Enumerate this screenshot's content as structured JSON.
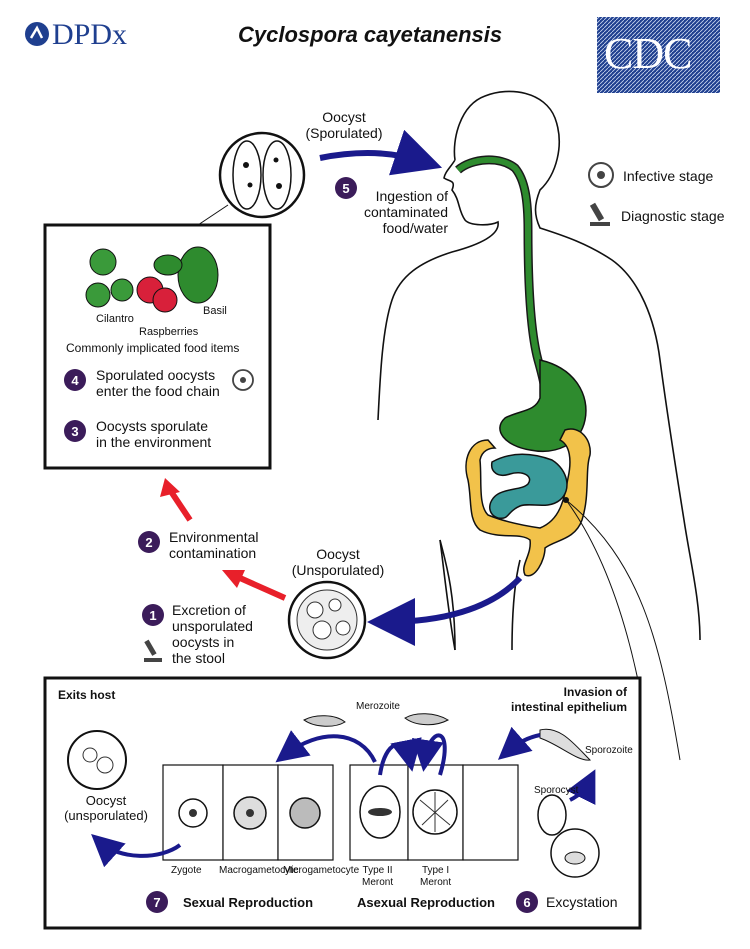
{
  "header": {
    "logo_left": "DPDx",
    "title": "Cyclospora cayetanensis",
    "logo_right": "CDC"
  },
  "legend": {
    "infective": "Infective stage",
    "diagnostic": "Diagnostic stage"
  },
  "top": {
    "oocyst_sporulated": [
      "Oocyst",
      "(Sporulated)"
    ],
    "step5": {
      "num": "5",
      "text": [
        "Ingestion of",
        "contaminated",
        "food/water"
      ]
    }
  },
  "food_box": {
    "cilantro": "Cilantro",
    "basil": "Basil",
    "raspberries": "Raspberries",
    "caption": "Commonly implicated food items",
    "step4": {
      "num": "4",
      "text": [
        "Sporulated oocysts",
        "enter the food chain"
      ]
    },
    "step3": {
      "num": "3",
      "text": [
        "Oocysts sporulate",
        "in the environment"
      ]
    }
  },
  "middle": {
    "step2": {
      "num": "2",
      "text": [
        "Environmental",
        "contamination"
      ]
    },
    "oocyst_unsporulated": [
      "Oocyst",
      "(Unsporulated)"
    ],
    "step1": {
      "num": "1",
      "text": [
        "Excretion of",
        "unsporulated",
        "oocysts in",
        "the stool"
      ]
    }
  },
  "bottom_box": {
    "exits_host": "Exits host",
    "invasion": [
      "Invasion of",
      "intestinal epithelium"
    ],
    "merozoite": "Merozoite",
    "sporozoite": "Sporozoite",
    "sporocyst": "Sporocyst",
    "oocyst": [
      "Oocyst",
      "(unsporulated)"
    ],
    "zygote": "Zygote",
    "macrogametocyte": "Macrogametocyte",
    "microgametocyte": "Microgametocyte",
    "type2": [
      "Type II",
      "Meront"
    ],
    "type1": [
      "Type I",
      "Meront"
    ],
    "step7": {
      "num": "7",
      "text": "Sexual Reproduction"
    },
    "asexual": "Asexual Reproduction",
    "step6": {
      "num": "6",
      "text": "Excystation"
    }
  },
  "colors": {
    "arrow_blue": "#1a1a8c",
    "arrow_red": "#e8202a",
    "gut_green": "#2e8b2e",
    "colon_yellow": "#f2c24a",
    "intestine_teal": "#3a9a9a",
    "badge": "#3b1c5a",
    "cdc_blue": "#1f3f8f"
  }
}
